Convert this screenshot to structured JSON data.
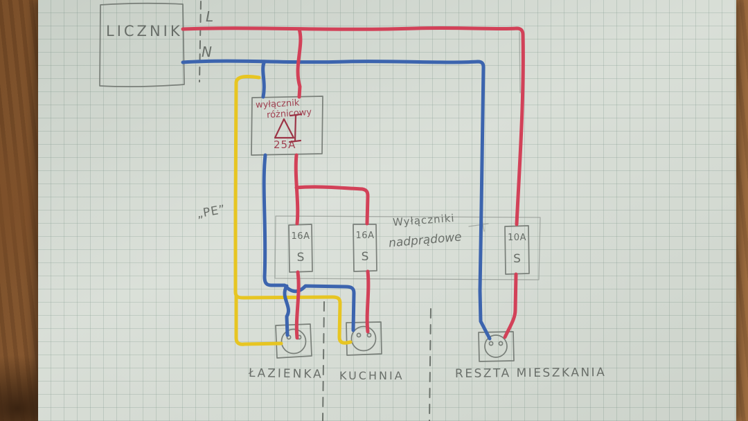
{
  "colors": {
    "wood": "#8a5a33",
    "wood-dark": "#5e3a1d",
    "paper": "#d7ddd5",
    "pencil": "#6f746f",
    "pencil-dark": "#5c615c",
    "ink-red": "#d24158",
    "ink-dark-red": "#9c3446",
    "ink-blue": "#3c64ae",
    "ink-yellow": "#e7c522",
    "ink-olive": "#a0942c"
  },
  "meter": {
    "label": "LICZNIK"
  },
  "supply": {
    "live_label": "L",
    "neutral_label": "N",
    "pe_label": "„PE”"
  },
  "rcd": {
    "title_line1": "wyłącznik",
    "title_line2": "różnicowy",
    "rating": "25A"
  },
  "panel": {
    "caption_line1": "Wyłączniki",
    "caption_line2": "nadprądowe",
    "breakers": [
      {
        "rating": "16A",
        "tripping_class": "S"
      },
      {
        "rating": "16A",
        "tripping_class": "S"
      },
      {
        "rating": "10A",
        "tripping_class": "S"
      }
    ]
  },
  "circuits": [
    {
      "label": "ŁAZIENKA"
    },
    {
      "label": "KUCHNIA"
    },
    {
      "label": "RESZTA MIESZKANIA"
    }
  ]
}
